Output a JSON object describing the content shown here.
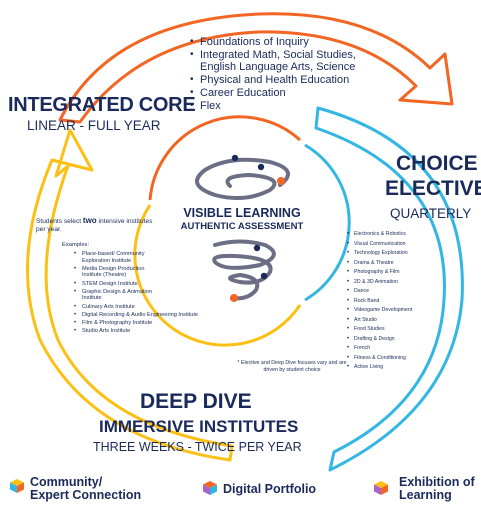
{
  "colors": {
    "orange": "#f26522",
    "cyan": "#34b6e4",
    "yellow": "#fcc015",
    "navy": "#1a2a5a",
    "swirl": "#6b6e84"
  },
  "integrated_core": {
    "title": "INTEGRATED CORE",
    "subtitle": "LINEAR - FULL YEAR",
    "items": [
      "Foundations of Inquiry",
      "Integrated Math, Social Studies, English Language Arts, Science",
      "Physical and Health Education",
      "Career Education",
      "Flex"
    ]
  },
  "choice_electives": {
    "title_line1": "CHOICE",
    "title_line2": "ELECTIVES",
    "subtitle": "QUARTERLY",
    "items": [
      "Electronics & Robotics",
      "Visual Communication",
      "Technology Exploration",
      "Drama & Theatre",
      "Photography & Film",
      "2D & 3D Animation",
      "Dance",
      "Rock Band",
      "Videogame Development",
      "Art Studio",
      "Food Studies",
      "Drafting & Design",
      "French",
      "Fitness & Conditioning",
      "Active Living"
    ]
  },
  "center": {
    "title": "VISIBLE LEARNING",
    "subtitle": "AUTHENTIC ASSESSMENT"
  },
  "deep_dive": {
    "intro_pre": "Students select ",
    "intro_bold": "two",
    "intro_post": " intensive institutes per year.",
    "examples_label": "Examples:",
    "examples": [
      "Place-based/ Community Exploration Institute",
      "Media Design Production Institute (Theatre)",
      "STEM Design Institute",
      "Graphic Design & Animation Institute",
      "Culinary Arts Institute",
      "Digital Recording & Audio Engineering Institute",
      "Film & Photography Institute",
      "Studio Arts Institute"
    ],
    "note": "* Elective and Deep Dive focuses vary and are driven by student choice",
    "title_line1": "DEEP DIVE",
    "title_line2": "IMMERSIVE INSTITUTES",
    "subtitle": "THREE WEEKS - TWICE PER YEAR"
  },
  "footer": {
    "community_line1": "Community/",
    "community_line2": "Expert Connection",
    "portfolio": "Digital Portfolio",
    "exhibition_line1": "Exhibition of",
    "exhibition_line2": "Learning"
  }
}
